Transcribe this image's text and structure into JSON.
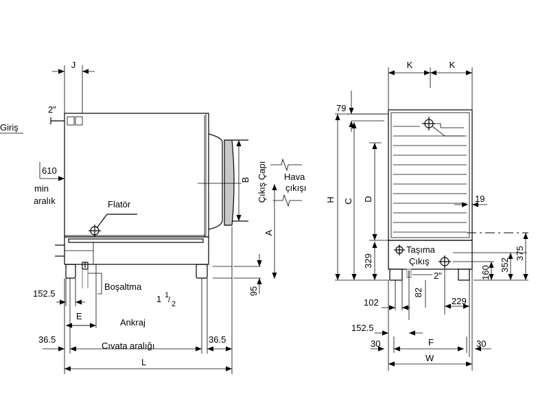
{
  "labels": {
    "giris": "Giriş",
    "inlet_size": "2\"",
    "clearance_value": "610",
    "clearance_min": "min",
    "clearance_aralik": "aralık",
    "flator": "Flatör",
    "bosaltma": "Boşaltma",
    "drain_size_whole": "1",
    "drain_size_num": "1",
    "drain_size_den": "2",
    "ankraj": "Ankraj",
    "civata_araligi": "Cıvata aralığı",
    "cikis_capi": "Çıkış Çapı",
    "hava": "Hava",
    "cikisi": "çıkışı",
    "tasima": "Taşıma",
    "cikis": "Çıkış",
    "outlet_size": "2\""
  },
  "dimensions": {
    "J": "J",
    "K1": "K",
    "K2": "K",
    "B": "B",
    "A": "A",
    "H": "H",
    "C": "C",
    "D": "D",
    "E": "E",
    "F": "F",
    "L": "L",
    "W": "W",
    "d79": "79",
    "d19": "19",
    "d329": "329",
    "d375": "375",
    "d352": "352",
    "d160": "160",
    "d95": "95",
    "d82": "82",
    "d102": "102",
    "d229": "229",
    "d152_5a": "152.5",
    "d152_5b": "152.5",
    "d36_5a": "36.5",
    "d36_5b": "36.5",
    "d30a": "30",
    "d30b": "30"
  }
}
